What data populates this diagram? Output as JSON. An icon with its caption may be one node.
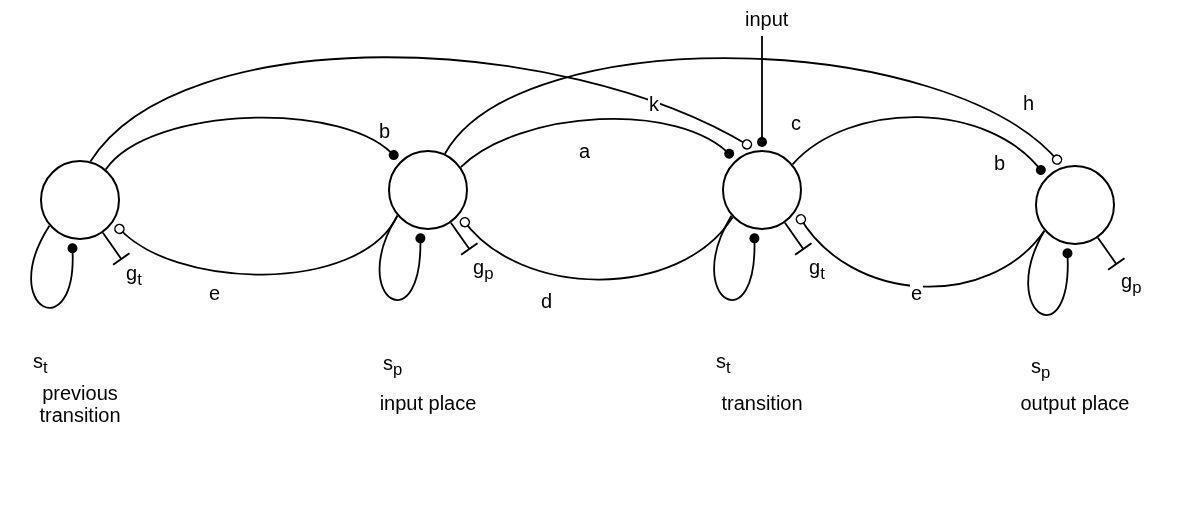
{
  "diagram": {
    "nodes": [
      {
        "text": [
          "input"
        ]
      },
      {
        "text": [],
        "shape": "circle"
      },
      {
        "text": [],
        "shape": "circle"
      },
      {
        "text": [],
        "shape": "circle"
      },
      {
        "text": [],
        "shape": "circle"
      }
    ],
    "edges": [
      {
        "from": 0,
        "to": 3,
        "arrow": "other",
        "label": "c"
      },
      {
        "from": 1,
        "to": 2,
        "arrow": "other",
        "label": "b"
      },
      {
        "from": 2,
        "to": 1,
        "arrow": "other",
        "label": "e"
      },
      {
        "from": 1,
        "to": 3,
        "arrow": "other",
        "label": "k"
      },
      {
        "from": 2,
        "to": 3,
        "arrow": "other",
        "label": "a"
      },
      {
        "from": 3,
        "to": 2,
        "arrow": "other",
        "label": "d"
      },
      {
        "from": 2,
        "to": 4,
        "arrow": "other",
        "label": "h"
      },
      {
        "from": 3,
        "to": 4,
        "arrow": "other",
        "label": "b"
      },
      {
        "from": 4,
        "to": 3,
        "arrow": "other",
        "label": "e"
      },
      {
        "from": 1,
        "to": 1,
        "arrow": "other",
        "label": "s$_{t}$"
      },
      {
        "from": 1,
        "to": null,
        "arrow": "other",
        "label": "g$_{t}$"
      },
      {
        "from": 2,
        "to": 2,
        "arrow": "other",
        "label": "s$_{p}$"
      },
      {
        "from": 2,
        "to": null,
        "arrow": "other",
        "label": "g$_{p}$"
      },
      {
        "from": 3,
        "to": 3,
        "arrow": "other",
        "label": "s$_{t}$"
      },
      {
        "from": 3,
        "to": null,
        "arrow": "other",
        "label": "g$_{t}$"
      },
      {
        "from": 4,
        "to": 4,
        "arrow": "other",
        "label": "s$_{p}$"
      },
      {
        "from": 4,
        "to": null,
        "arrow": "other",
        "label": "g$_{p}$"
      }
    ],
    "labels": [
      "previous transition",
      "input place",
      "transition",
      "output place"
    ]
  }
}
